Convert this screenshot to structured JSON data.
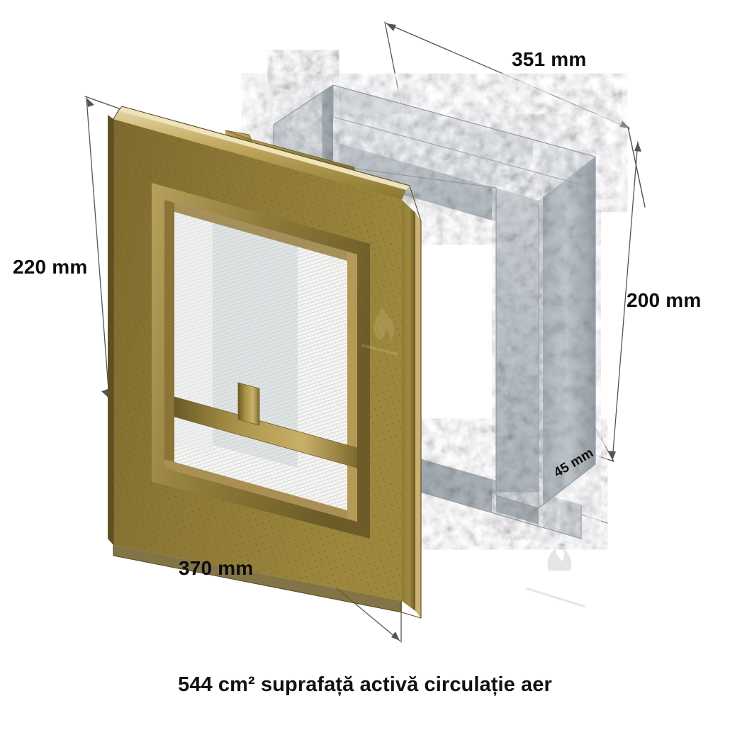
{
  "product": {
    "type": "air-vent-grille-with-sleeve",
    "caption": "544 cm² suprafață activă circulație aer"
  },
  "dimensions": {
    "sleeve_width": "351 mm",
    "sleeve_height": "200 mm",
    "sleeve_depth": "45 mm",
    "grille_height": "220 mm",
    "grille_width": "370 mm"
  },
  "colors": {
    "gold_face": "#8b7634",
    "gold_dark": "#6f5d28",
    "gold_highlight": "#c3ab61",
    "gold_edge": "#d8c68f",
    "mesh_light": "#f2f3f3",
    "steel_light": "#d8dde0",
    "steel_mid": "#bac1c6",
    "steel_dark": "#9ba3a9",
    "dim_line": "#555555",
    "text": "#0d0d0d",
    "background": "#ffffff"
  },
  "icons": {
    "flame_watermark": "flame-watermark-icon"
  }
}
